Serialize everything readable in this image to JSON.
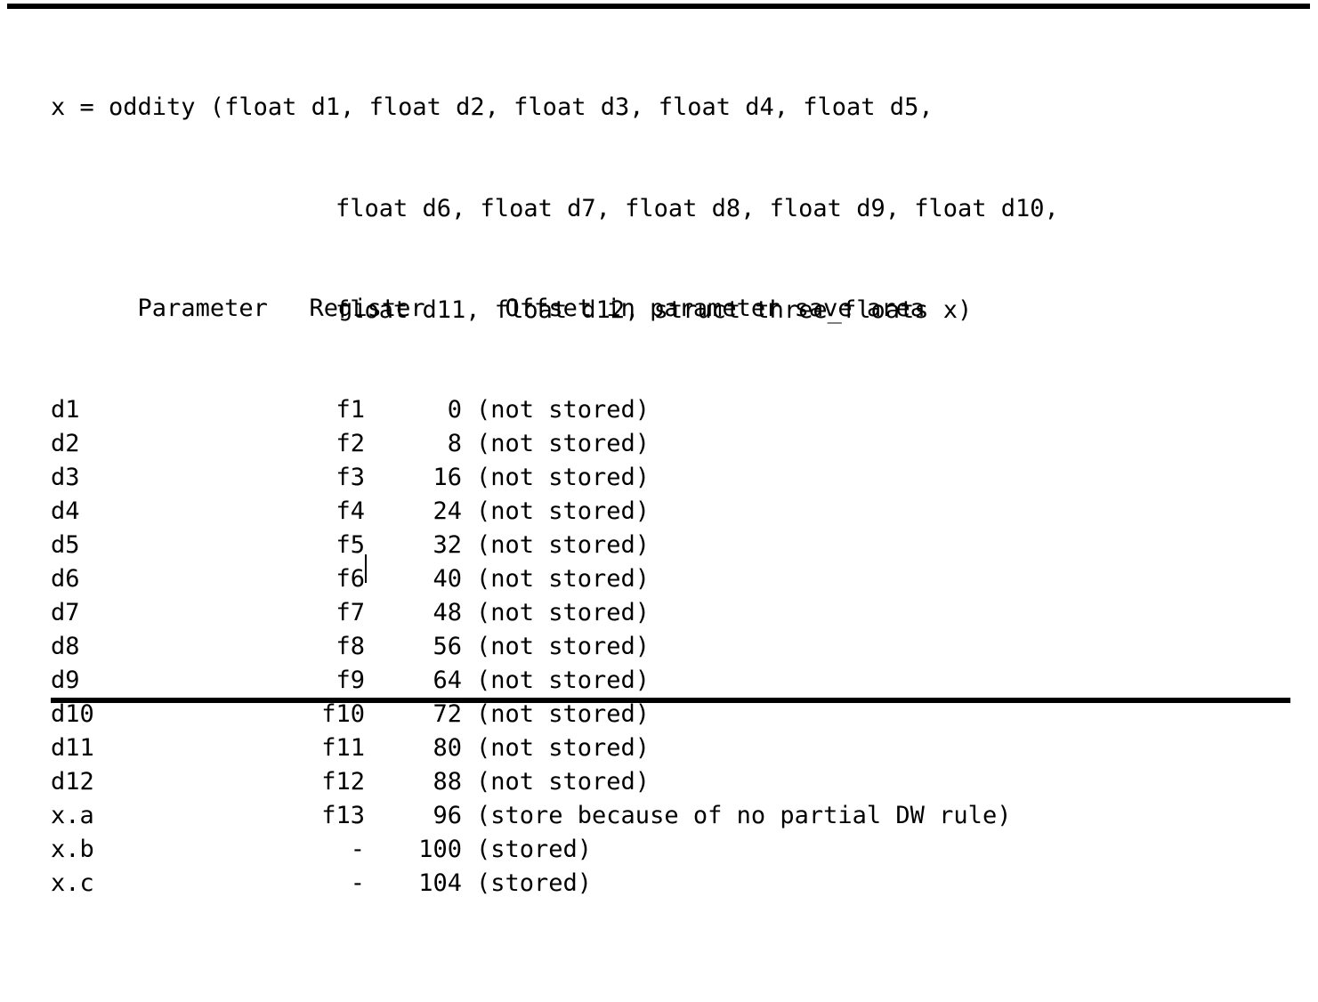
{
  "document": {
    "signature": {
      "lines": [
        "x = oddity (float d1, float d2, float d3, float d4, float d5,",
        "float d6, float d7, float d8, float d9, float d10,",
        "float d11, float d12, struct three_floats x)"
      ]
    },
    "table": {
      "headers": {
        "parameter": "Parameter",
        "register": "Register",
        "offset": "Offset in parameter save area"
      },
      "rows": [
        {
          "parameter": "d1",
          "register": "f1",
          "offset": "0",
          "note": "(not stored)"
        },
        {
          "parameter": "d2",
          "register": "f2",
          "offset": "8",
          "note": "(not stored)"
        },
        {
          "parameter": "d3",
          "register": "f3",
          "offset": "16",
          "note": "(not stored)"
        },
        {
          "parameter": "d4",
          "register": "f4",
          "offset": "24",
          "note": "(not stored)"
        },
        {
          "parameter": "d5",
          "register": "f5",
          "offset": "32",
          "note": "(not stored)"
        },
        {
          "parameter": "d6",
          "register": "f6",
          "offset": "40",
          "note": "(not stored)"
        },
        {
          "parameter": "d7",
          "register": "f7",
          "offset": "48",
          "note": "(not stored)"
        },
        {
          "parameter": "d8",
          "register": "f8",
          "offset": "56",
          "note": "(not stored)"
        },
        {
          "parameter": "d9",
          "register": "f9",
          "offset": "64",
          "note": "(not stored)"
        },
        {
          "parameter": "d10",
          "register": "f10",
          "offset": "72",
          "note": "(not stored)"
        },
        {
          "parameter": "d11",
          "register": "f11",
          "offset": "80",
          "note": "(not stored)"
        },
        {
          "parameter": "d12",
          "register": "f12",
          "offset": "88",
          "note": "(not stored)"
        },
        {
          "parameter": "x.a",
          "register": "f13",
          "offset": "96",
          "note": "(store because of no partial DW rule)"
        },
        {
          "parameter": "x.b",
          "register": "-",
          "offset": "100",
          "note": "(stored)"
        },
        {
          "parameter": "x.c",
          "register": "-",
          "offset": "104",
          "note": "(stored)"
        }
      ]
    },
    "caret": {
      "after_row_index": 4,
      "after_field": "register"
    },
    "colors": {
      "text": "#000000",
      "background": "#ffffff",
      "rule": "#000000",
      "caret": "#000000"
    }
  }
}
